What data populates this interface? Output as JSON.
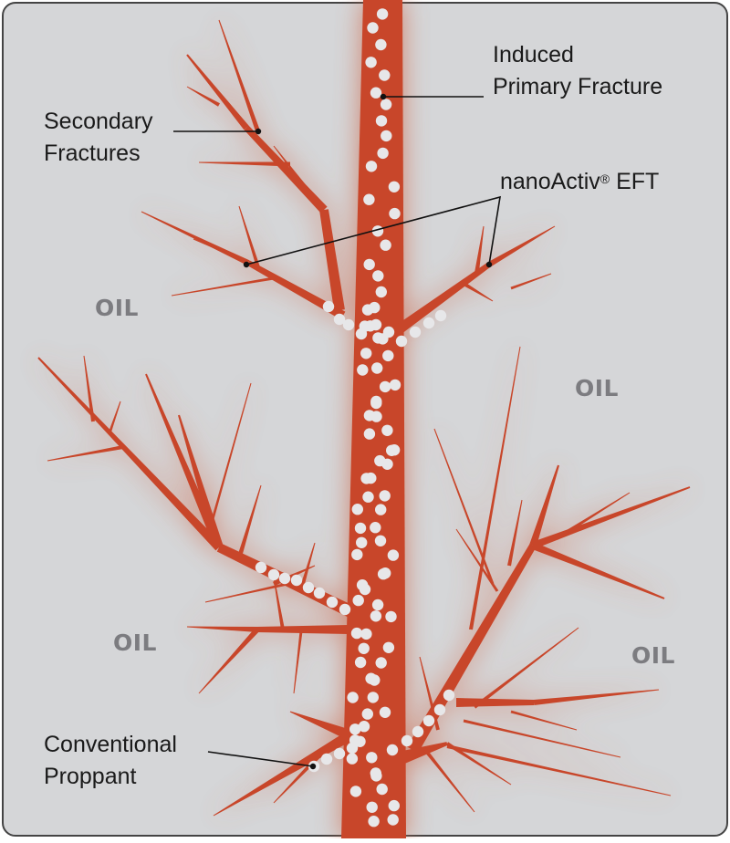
{
  "labels": {
    "induced_primary_fracture": [
      "Induced",
      "Primary Fracture"
    ],
    "secondary_fractures": [
      "Secondary",
      "Fractures"
    ],
    "nanoactiv_name": "nanoActiv",
    "nanoactiv_reg": "®",
    "nanoactiv_suffix": " EFT",
    "conventional_proppant": [
      "Conventional",
      "Proppant"
    ]
  },
  "regions": {
    "oil_upper_left": "OIL",
    "oil_upper_right": "OIL",
    "oil_lower_left": "OIL",
    "oil_lower_right": "OIL"
  },
  "colors": {
    "background": "#d5d6d8",
    "fracture": "#c8462a",
    "glow": "#cf6a4e",
    "proppant": "#e7e7e9",
    "text": "#1a1a1a",
    "oil_text": "#7c7c80"
  }
}
